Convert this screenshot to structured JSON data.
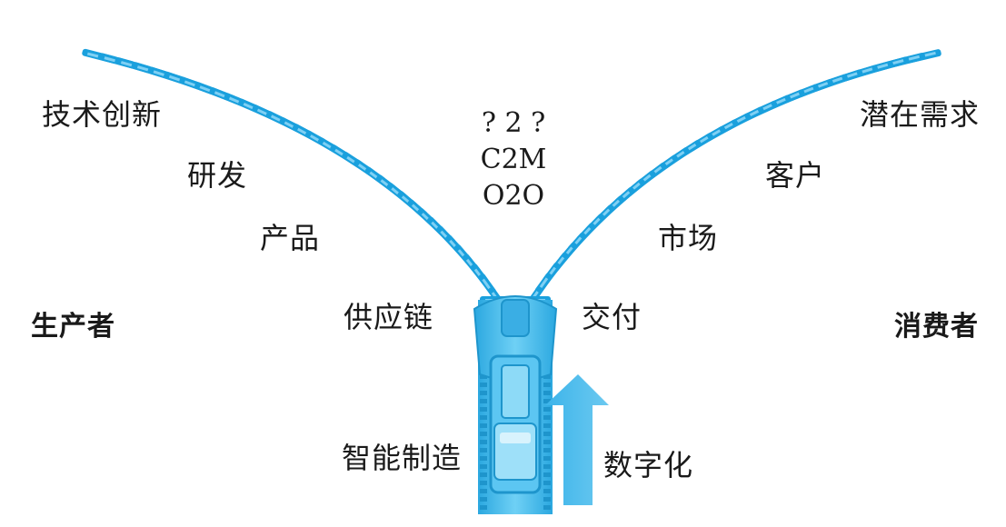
{
  "colors": {
    "tooth_dark": "#1aa0dd",
    "tooth_light": "#7fd0f4",
    "slider": "#4cc0ef",
    "slider_dark": "#1e95cc",
    "arrow": "#5fc3ee"
  },
  "left_side": {
    "labels": [
      "技术创新",
      "研发",
      "产品",
      "供应链"
    ],
    "actor": "生产者"
  },
  "right_side": {
    "labels": [
      "潜在需求",
      "客户",
      "市场",
      "交付"
    ],
    "actor": "消费者"
  },
  "center": {
    "line1": "? 2 ?",
    "line2": "C2M",
    "line3": "O2O"
  },
  "bottom": {
    "manufacturing": "智能制造",
    "digital": "数字化"
  }
}
